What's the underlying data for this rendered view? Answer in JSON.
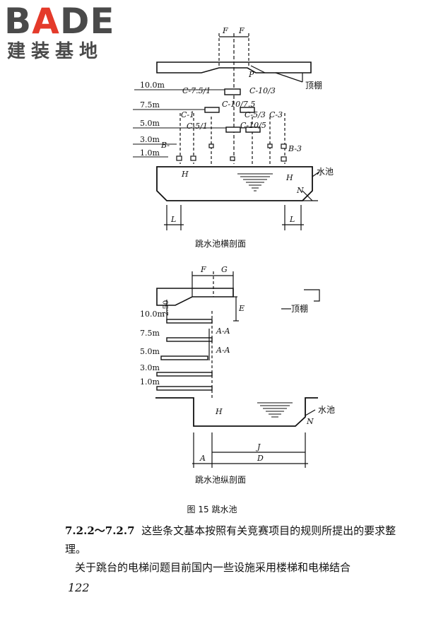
{
  "logo": {
    "brand_accent": "A",
    "brand_pre": "B",
    "brand_post": "DE",
    "subtitle": "建装基地",
    "accent_color": "#e43a2a"
  },
  "fig1": {
    "levels": [
      "10.0m",
      "7.5m",
      "5.0m",
      "3.0m",
      "1.0m"
    ],
    "labels": {
      "F1": "F",
      "F2": "F",
      "P": "P",
      "ceiling": "顶棚",
      "c75_1": "C-7.5/1",
      "c10_3": "C-10/3",
      "c10_75": "C-10/7.5",
      "c1": "C-1",
      "c5_3": "C-5/3",
      "c3": "C-3",
      "c5_1": "C-5/1",
      "c10_5": "C-10/5",
      "b1": "B-",
      "b3": "B-3",
      "H1": "H",
      "H2": "H",
      "N": "N",
      "pool": "水池",
      "L1": "L",
      "L2": "L"
    },
    "caption": "跳水池横剖面"
  },
  "fig2": {
    "levels": [
      "10.0m",
      "7.5m",
      "5.0m",
      "3.0m",
      "1.0m"
    ],
    "labels": {
      "F": "F",
      "G": "G",
      "h250": "2.50",
      "E": "E",
      "ceiling": "顶棚",
      "aa1": "A-A",
      "aa2": "A-A",
      "H": "H",
      "N": "N",
      "pool": "水池",
      "J": "J",
      "A": "A",
      "D": "D"
    },
    "caption": "跳水池纵剖面"
  },
  "figure_title": "图 15   跳水池",
  "para1_num": "7.2.2～7.2.7",
  "para1_text": "这些条文基本按照有关竞赛项目的规则所提出的要求整理。",
  "para2_text": "关于跳台的电梯问题目前国内一些设施采用楼梯和电梯结合",
  "page_number": "122"
}
